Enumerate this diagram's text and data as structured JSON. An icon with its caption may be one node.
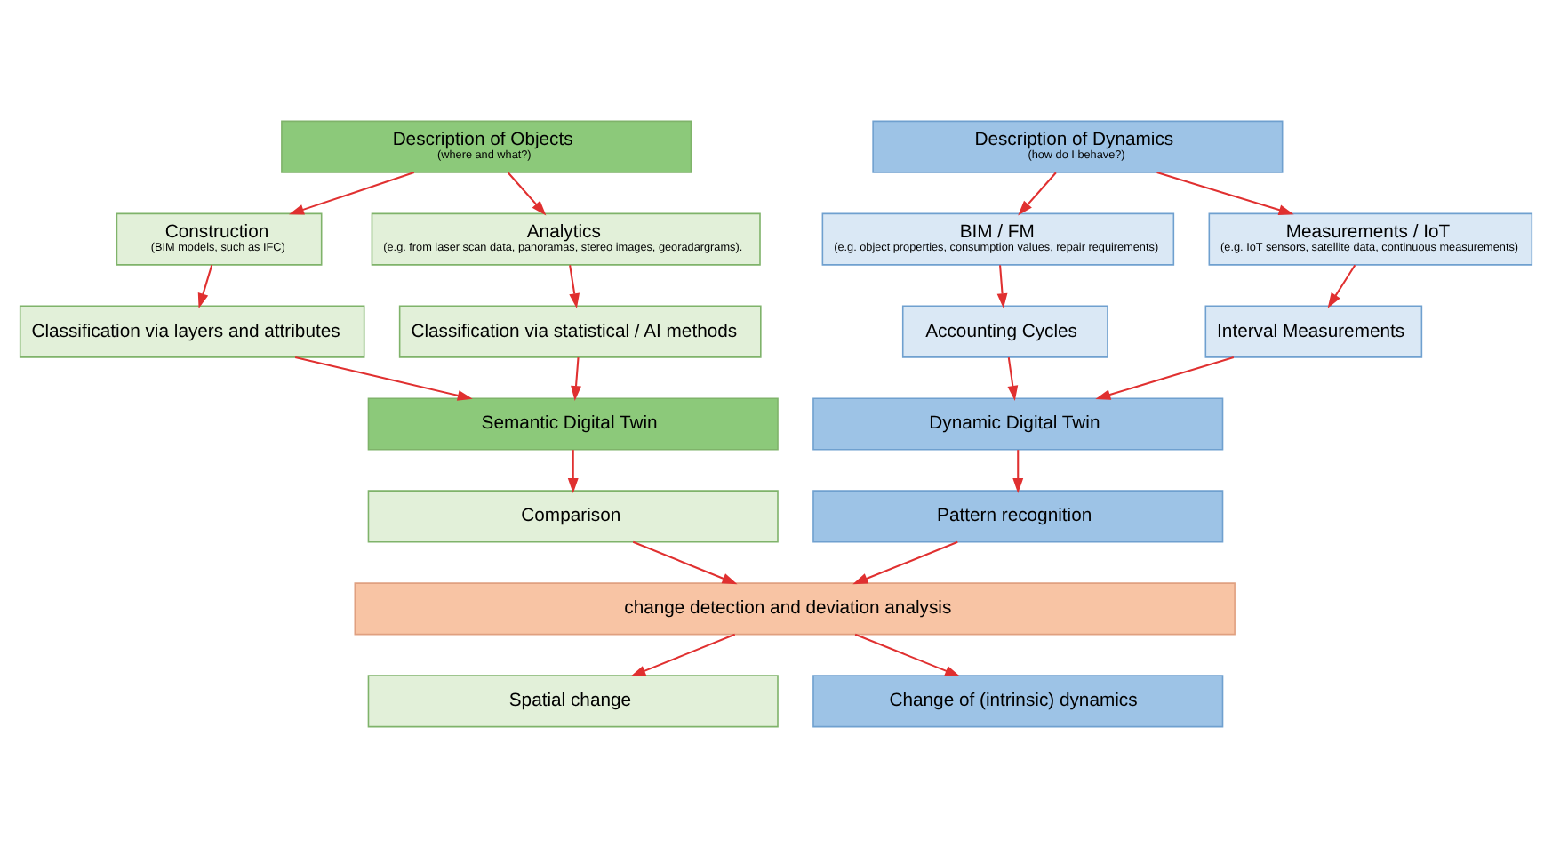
{
  "diagram": {
    "nodes": [
      {
        "text": [
          "Description of Objects",
          "(where and what?)"
        ]
      },
      {
        "text": [
          "Description of Dynamics",
          "(how do I behave?)"
        ]
      },
      {
        "text": [
          "Construction",
          "(BIM models, such as IFC)"
        ]
      },
      {
        "text": [
          "Analytics",
          "(e.g. from laser scan data, panoramas, stereo images, georadargrams)."
        ]
      },
      {
        "text": [
          "BIM / FM",
          "(e.g. object properties, consumption values, repair requirements)"
        ]
      },
      {
        "text": [
          "Measurements / IoT",
          "(e.g. IoT sensors, satellite data, continuous measurements)"
        ]
      },
      {
        "text": [
          "Classification via layers and attributes"
        ]
      },
      {
        "text": [
          "Classification via statistical / AI methods"
        ]
      },
      {
        "text": [
          "Accounting Cycles"
        ]
      },
      {
        "text": [
          "Interval Measurements"
        ]
      },
      {
        "text": [
          "Semantic Digital Twin"
        ]
      },
      {
        "text": [
          "Dynamic Digital Twin"
        ]
      },
      {
        "text": [
          "Comparison"
        ]
      },
      {
        "text": [
          "Pattern recognition"
        ]
      },
      {
        "text": [
          "change detection and deviation analysis"
        ]
      },
      {
        "text": [
          "Spatial change"
        ]
      },
      {
        "text": [
          "Change of (intrinsic) dynamics"
        ]
      }
    ],
    "edges": [
      {
        "from": 0,
        "to": 2,
        "arrow": "to"
      },
      {
        "from": 0,
        "to": 3,
        "arrow": "to"
      },
      {
        "from": 1,
        "to": 4,
        "arrow": "to"
      },
      {
        "from": 1,
        "to": 5,
        "arrow": "to"
      },
      {
        "from": 2,
        "to": 6,
        "arrow": "to"
      },
      {
        "from": 3,
        "to": 7,
        "arrow": "to"
      },
      {
        "from": 4,
        "to": 8,
        "arrow": "to"
      },
      {
        "from": 5,
        "to": 9,
        "arrow": "to"
      },
      {
        "from": 6,
        "to": 10,
        "arrow": "to"
      },
      {
        "from": 7,
        "to": 10,
        "arrow": "to"
      },
      {
        "from": 8,
        "to": 11,
        "arrow": "to"
      },
      {
        "from": 9,
        "to": 11,
        "arrow": "to"
      },
      {
        "from": 10,
        "to": 12,
        "arrow": "to"
      },
      {
        "from": 11,
        "to": 13,
        "arrow": "to"
      },
      {
        "from": 12,
        "to": 14,
        "arrow": "to"
      },
      {
        "from": 13,
        "to": 14,
        "arrow": "to"
      },
      {
        "from": 14,
        "to": 15,
        "arrow": "to"
      },
      {
        "from": 14,
        "to": 16,
        "arrow": "to"
      }
    ]
  }
}
